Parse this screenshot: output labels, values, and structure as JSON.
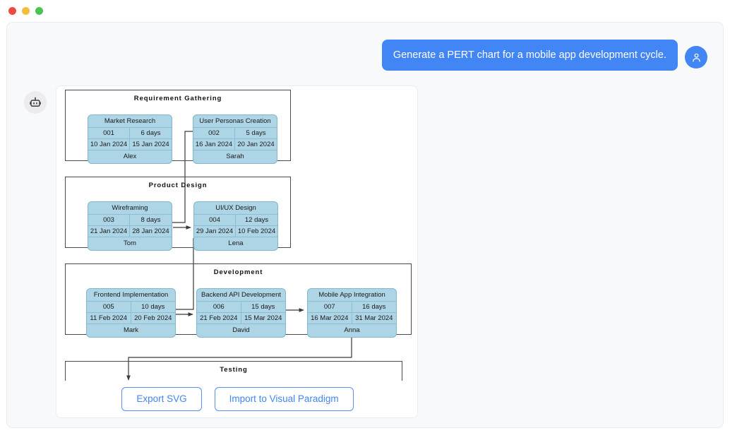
{
  "window": {
    "traffic_lights": [
      "close",
      "minimize",
      "maximize"
    ],
    "colors": {
      "close": "#ed4b42",
      "minimize": "#f4bd3d",
      "maximize": "#4cc251"
    }
  },
  "conversation": {
    "user": {
      "avatar_icon": "user-icon",
      "message": "Generate a PERT chart for a mobile app development cycle."
    },
    "assistant": {
      "avatar_icon": "robot-icon"
    }
  },
  "accent_color": "#4285f4",
  "node_fill_color": "#aed5e6",
  "diagram": {
    "type": "pert-chart",
    "groups": [
      {
        "id": "requirement-gathering",
        "title": "Requirement Gathering"
      },
      {
        "id": "product-design",
        "title": "Product Design"
      },
      {
        "id": "development",
        "title": "Development"
      },
      {
        "id": "testing",
        "title": "Testing"
      }
    ],
    "nodes": [
      {
        "id": "market-research",
        "group": "requirement-gathering",
        "name": "Market Research",
        "code": "001",
        "duration": "6 days",
        "start": "10 Jan 2024",
        "end": "15 Jan 2024",
        "owner": "Alex"
      },
      {
        "id": "user-personas-creation",
        "group": "requirement-gathering",
        "name": "User Personas Creation",
        "code": "002",
        "duration": "5 days",
        "start": "16 Jan 2024",
        "end": "20 Jan 2024",
        "owner": "Sarah"
      },
      {
        "id": "wireframing",
        "group": "product-design",
        "name": "Wireframing",
        "code": "003",
        "duration": "8 days",
        "start": "21 Jan 2024",
        "end": "28 Jan 2024",
        "owner": "Tom"
      },
      {
        "id": "ui-ux-design",
        "group": "product-design",
        "name": "UI/UX Design",
        "code": "004",
        "duration": "12 days",
        "start": "29 Jan 2024",
        "end": "10 Feb 2024",
        "owner": "Lena"
      },
      {
        "id": "frontend-implementation",
        "group": "development",
        "name": "Frontend Implementation",
        "code": "005",
        "duration": "10 days",
        "start": "11 Feb 2024",
        "end": "20 Feb 2024",
        "owner": "Mark"
      },
      {
        "id": "backend-api-development",
        "group": "development",
        "name": "Backend API Development",
        "code": "006",
        "duration": "15 days",
        "start": "21 Feb 2024",
        "end": "15 Mar 2024",
        "owner": "David"
      },
      {
        "id": "mobile-app-integration",
        "group": "development",
        "name": "Mobile App Integration",
        "code": "007",
        "duration": "16 days",
        "start": "16 Mar 2024",
        "end": "31 Mar 2024",
        "owner": "Anna"
      }
    ],
    "edges": [
      {
        "from": "market-research",
        "to": "user-personas-creation"
      },
      {
        "from": "user-personas-creation",
        "to": "wireframing"
      },
      {
        "from": "wireframing",
        "to": "ui-ux-design"
      },
      {
        "from": "ui-ux-design",
        "to": "frontend-implementation"
      },
      {
        "from": "frontend-implementation",
        "to": "backend-api-development"
      },
      {
        "from": "backend-api-development",
        "to": "mobile-app-integration"
      },
      {
        "from": "mobile-app-integration",
        "to": "testing"
      }
    ]
  },
  "actions": {
    "export_label": "Export SVG",
    "import_label": "Import to Visual Paradigm"
  }
}
